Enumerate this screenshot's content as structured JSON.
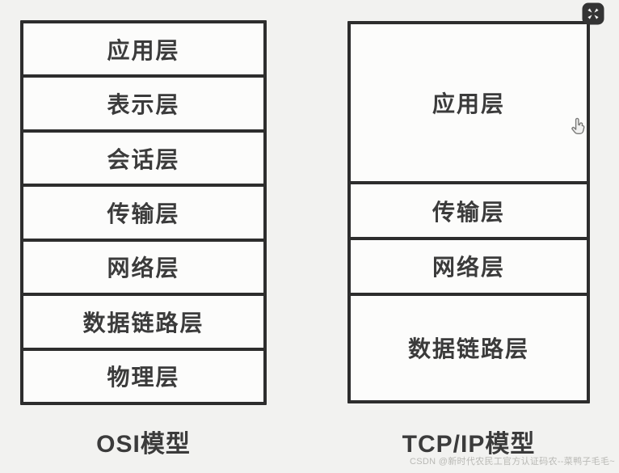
{
  "diagram": {
    "osi": {
      "caption": "OSI模型",
      "layers": [
        "应用层",
        "表示层",
        "会话层",
        "传输层",
        "网络层",
        "数据链路层",
        "物理层"
      ]
    },
    "tcpip": {
      "caption": "TCP/IP模型",
      "layers": [
        {
          "label": "应用层",
          "span": 3
        },
        {
          "label": "传输层",
          "span": 1
        },
        {
          "label": "网络层",
          "span": 1
        },
        {
          "label": "数据链路层",
          "span": 2
        }
      ]
    }
  },
  "icons": {
    "close": "collapse-close-icon",
    "cursor": "hand-pointer-cursor"
  },
  "watermark": "CSDN @新时代农民工官方认证码农--菜鸭子毛毛~",
  "colors": {
    "background": "#f2f2f0",
    "box_fill": "#fcfcfb",
    "border": "#2d2d2d",
    "text": "#3b3b3b",
    "watermark": "#b9b9b5",
    "icon_bg": "#343434"
  }
}
